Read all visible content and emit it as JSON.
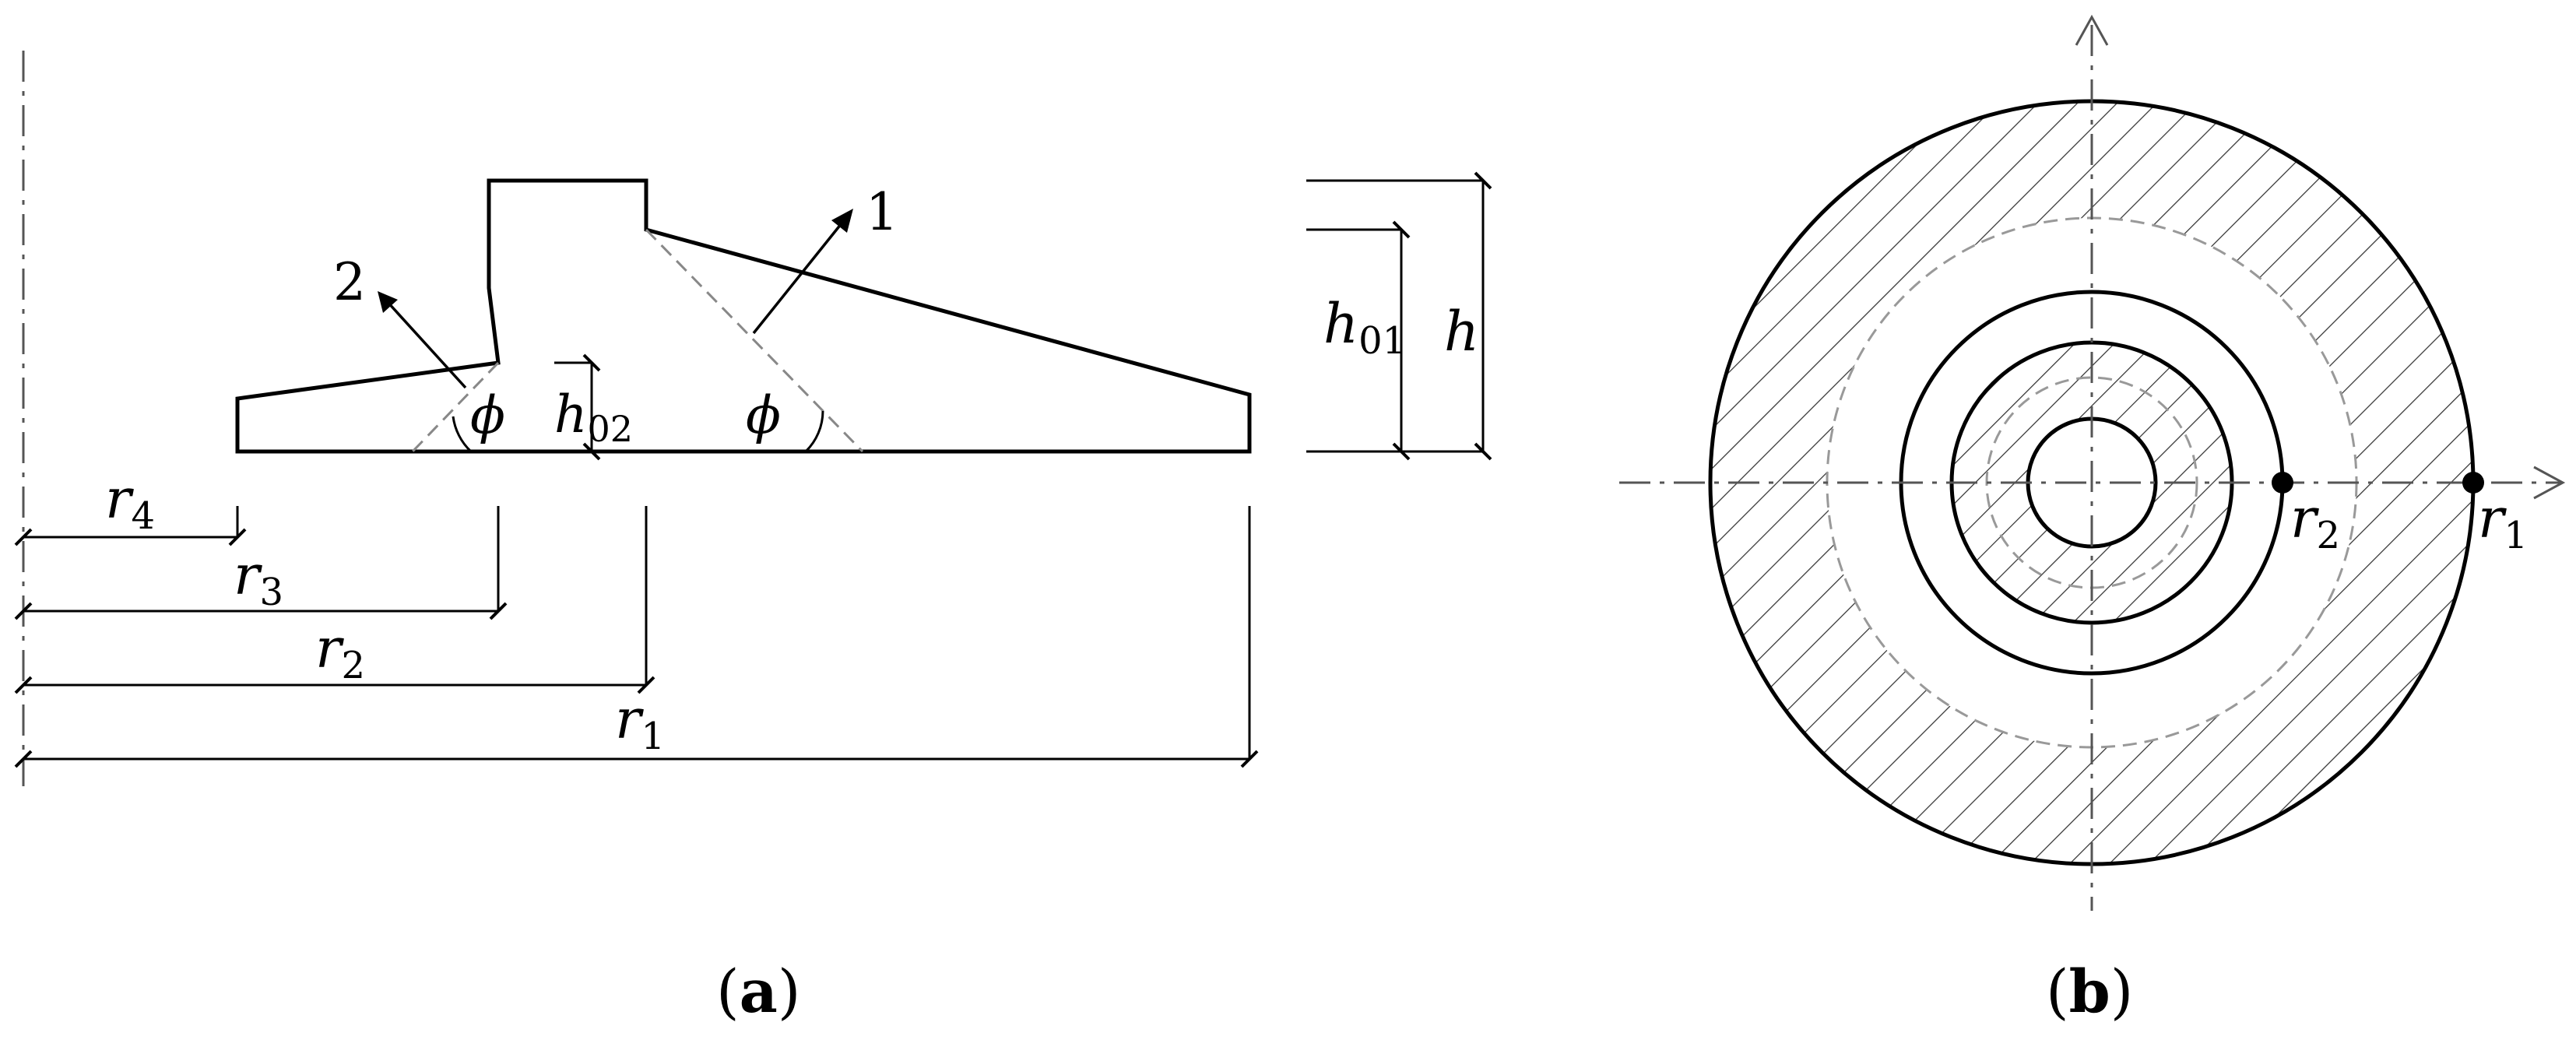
{
  "panel_a": {
    "label_one": "1",
    "label_two": "2",
    "phi": "ϕ",
    "h": "h",
    "h01_base": "h",
    "h01_sub": "01",
    "h02_base": "h",
    "h02_sub": "02",
    "r_base": "r",
    "r1_sub": "1",
    "r2_sub": "2",
    "r3_sub": "3",
    "r4_sub": "4",
    "caption_open": "(",
    "caption_letter": "a",
    "caption_close": ")"
  },
  "panel_b": {
    "r_base": "r",
    "r1_sub": "1",
    "r2_sub": "2",
    "caption_open": "(",
    "caption_letter": "b",
    "caption_close": ")"
  }
}
